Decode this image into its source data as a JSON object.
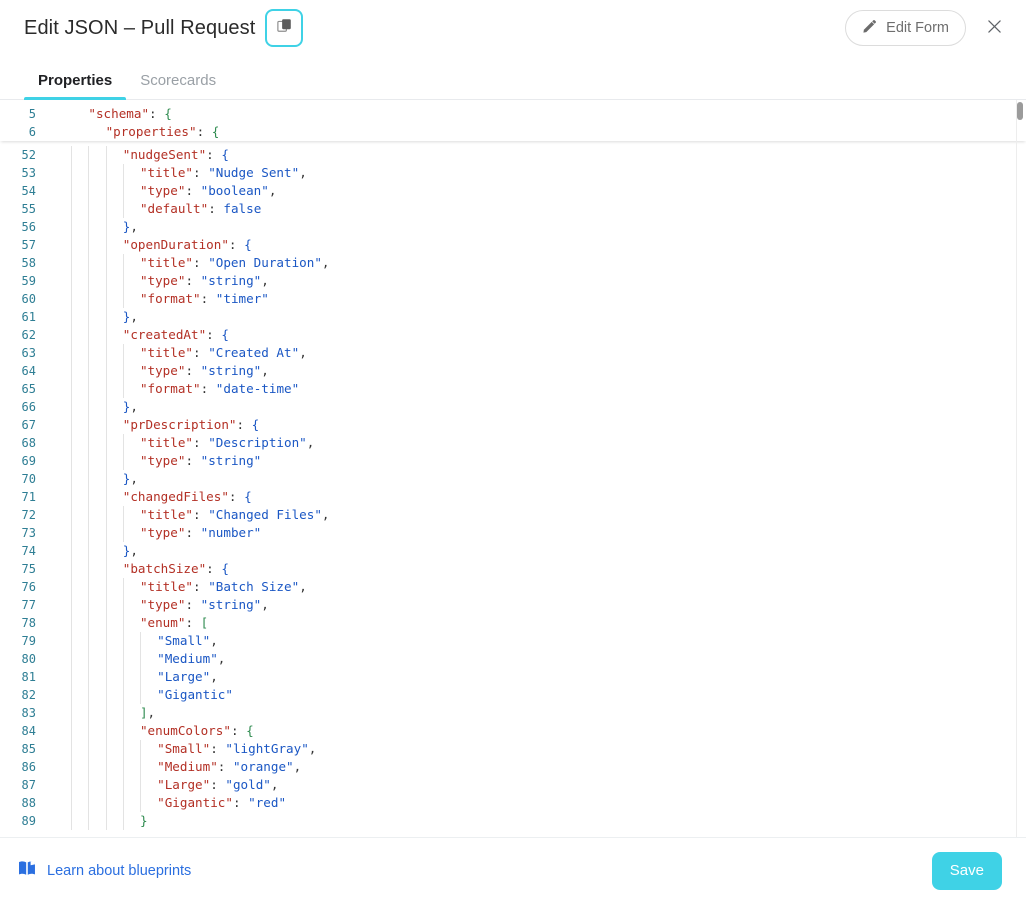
{
  "header": {
    "title": "Edit JSON – Pull Request",
    "copy_icon": "copy-icon",
    "edit_form_label": "Edit Form",
    "edit_form_icon": "pencil-icon",
    "close_icon": "close-icon",
    "focus_ring_color": "#3fd2e6"
  },
  "tabs": [
    {
      "label": "Properties",
      "active": true
    },
    {
      "label": "Scorecards",
      "active": false
    }
  ],
  "editor": {
    "language": "json",
    "sticky_lines": [
      {
        "number": 5,
        "indent": 2,
        "tokens": [
          {
            "t": "\"schema\"",
            "c": "k"
          },
          {
            "t": ": ",
            "c": "d"
          },
          {
            "t": "{",
            "c": "g"
          }
        ]
      },
      {
        "number": 6,
        "indent": 3,
        "tokens": [
          {
            "t": "\"properties\"",
            "c": "k"
          },
          {
            "t": ": ",
            "c": "d"
          },
          {
            "t": "{",
            "c": "g"
          }
        ]
      }
    ],
    "lines": [
      {
        "number": 52,
        "indent": 4,
        "tokens": [
          {
            "t": "\"nudgeSent\"",
            "c": "k"
          },
          {
            "t": ": ",
            "c": "d"
          },
          {
            "t": "{",
            "c": "p"
          }
        ]
      },
      {
        "number": 53,
        "indent": 5,
        "tokens": [
          {
            "t": "\"title\"",
            "c": "k"
          },
          {
            "t": ": ",
            "c": "d"
          },
          {
            "t": "\"Nudge Sent\"",
            "c": "s"
          },
          {
            "t": ",",
            "c": "d"
          }
        ]
      },
      {
        "number": 54,
        "indent": 5,
        "tokens": [
          {
            "t": "\"type\"",
            "c": "k"
          },
          {
            "t": ": ",
            "c": "d"
          },
          {
            "t": "\"boolean\"",
            "c": "s"
          },
          {
            "t": ",",
            "c": "d"
          }
        ]
      },
      {
        "number": 55,
        "indent": 5,
        "tokens": [
          {
            "t": "\"default\"",
            "c": "k"
          },
          {
            "t": ": ",
            "c": "d"
          },
          {
            "t": "false",
            "c": "n"
          }
        ]
      },
      {
        "number": 56,
        "indent": 4,
        "tokens": [
          {
            "t": "}",
            "c": "p"
          },
          {
            "t": ",",
            "c": "d"
          }
        ]
      },
      {
        "number": 57,
        "indent": 4,
        "tokens": [
          {
            "t": "\"openDuration\"",
            "c": "k"
          },
          {
            "t": ": ",
            "c": "d"
          },
          {
            "t": "{",
            "c": "p"
          }
        ]
      },
      {
        "number": 58,
        "indent": 5,
        "tokens": [
          {
            "t": "\"title\"",
            "c": "k"
          },
          {
            "t": ": ",
            "c": "d"
          },
          {
            "t": "\"Open Duration\"",
            "c": "s"
          },
          {
            "t": ",",
            "c": "d"
          }
        ]
      },
      {
        "number": 59,
        "indent": 5,
        "tokens": [
          {
            "t": "\"type\"",
            "c": "k"
          },
          {
            "t": ": ",
            "c": "d"
          },
          {
            "t": "\"string\"",
            "c": "s"
          },
          {
            "t": ",",
            "c": "d"
          }
        ]
      },
      {
        "number": 60,
        "indent": 5,
        "tokens": [
          {
            "t": "\"format\"",
            "c": "k"
          },
          {
            "t": ": ",
            "c": "d"
          },
          {
            "t": "\"timer\"",
            "c": "s"
          }
        ]
      },
      {
        "number": 61,
        "indent": 4,
        "tokens": [
          {
            "t": "}",
            "c": "p"
          },
          {
            "t": ",",
            "c": "d"
          }
        ]
      },
      {
        "number": 62,
        "indent": 4,
        "tokens": [
          {
            "t": "\"createdAt\"",
            "c": "k"
          },
          {
            "t": ": ",
            "c": "d"
          },
          {
            "t": "{",
            "c": "p"
          }
        ]
      },
      {
        "number": 63,
        "indent": 5,
        "tokens": [
          {
            "t": "\"title\"",
            "c": "k"
          },
          {
            "t": ": ",
            "c": "d"
          },
          {
            "t": "\"Created At\"",
            "c": "s"
          },
          {
            "t": ",",
            "c": "d"
          }
        ]
      },
      {
        "number": 64,
        "indent": 5,
        "tokens": [
          {
            "t": "\"type\"",
            "c": "k"
          },
          {
            "t": ": ",
            "c": "d"
          },
          {
            "t": "\"string\"",
            "c": "s"
          },
          {
            "t": ",",
            "c": "d"
          }
        ]
      },
      {
        "number": 65,
        "indent": 5,
        "tokens": [
          {
            "t": "\"format\"",
            "c": "k"
          },
          {
            "t": ": ",
            "c": "d"
          },
          {
            "t": "\"date-time\"",
            "c": "s"
          }
        ]
      },
      {
        "number": 66,
        "indent": 4,
        "tokens": [
          {
            "t": "}",
            "c": "p"
          },
          {
            "t": ",",
            "c": "d"
          }
        ]
      },
      {
        "number": 67,
        "indent": 4,
        "tokens": [
          {
            "t": "\"prDescription\"",
            "c": "k"
          },
          {
            "t": ": ",
            "c": "d"
          },
          {
            "t": "{",
            "c": "p"
          }
        ]
      },
      {
        "number": 68,
        "indent": 5,
        "tokens": [
          {
            "t": "\"title\"",
            "c": "k"
          },
          {
            "t": ": ",
            "c": "d"
          },
          {
            "t": "\"Description\"",
            "c": "s"
          },
          {
            "t": ",",
            "c": "d"
          }
        ]
      },
      {
        "number": 69,
        "indent": 5,
        "tokens": [
          {
            "t": "\"type\"",
            "c": "k"
          },
          {
            "t": ": ",
            "c": "d"
          },
          {
            "t": "\"string\"",
            "c": "s"
          }
        ]
      },
      {
        "number": 70,
        "indent": 4,
        "tokens": [
          {
            "t": "}",
            "c": "p"
          },
          {
            "t": ",",
            "c": "d"
          }
        ]
      },
      {
        "number": 71,
        "indent": 4,
        "tokens": [
          {
            "t": "\"changedFiles\"",
            "c": "k"
          },
          {
            "t": ": ",
            "c": "d"
          },
          {
            "t": "{",
            "c": "p"
          }
        ]
      },
      {
        "number": 72,
        "indent": 5,
        "tokens": [
          {
            "t": "\"title\"",
            "c": "k"
          },
          {
            "t": ": ",
            "c": "d"
          },
          {
            "t": "\"Changed Files\"",
            "c": "s"
          },
          {
            "t": ",",
            "c": "d"
          }
        ]
      },
      {
        "number": 73,
        "indent": 5,
        "tokens": [
          {
            "t": "\"type\"",
            "c": "k"
          },
          {
            "t": ": ",
            "c": "d"
          },
          {
            "t": "\"number\"",
            "c": "s"
          }
        ]
      },
      {
        "number": 74,
        "indent": 4,
        "tokens": [
          {
            "t": "}",
            "c": "p"
          },
          {
            "t": ",",
            "c": "d"
          }
        ]
      },
      {
        "number": 75,
        "indent": 4,
        "tokens": [
          {
            "t": "\"batchSize\"",
            "c": "k"
          },
          {
            "t": ": ",
            "c": "d"
          },
          {
            "t": "{",
            "c": "p"
          }
        ]
      },
      {
        "number": 76,
        "indent": 5,
        "tokens": [
          {
            "t": "\"title\"",
            "c": "k"
          },
          {
            "t": ": ",
            "c": "d"
          },
          {
            "t": "\"Batch Size\"",
            "c": "s"
          },
          {
            "t": ",",
            "c": "d"
          }
        ]
      },
      {
        "number": 77,
        "indent": 5,
        "tokens": [
          {
            "t": "\"type\"",
            "c": "k"
          },
          {
            "t": ": ",
            "c": "d"
          },
          {
            "t": "\"string\"",
            "c": "s"
          },
          {
            "t": ",",
            "c": "d"
          }
        ]
      },
      {
        "number": 78,
        "indent": 5,
        "tokens": [
          {
            "t": "\"enum\"",
            "c": "k"
          },
          {
            "t": ": ",
            "c": "d"
          },
          {
            "t": "[",
            "c": "g"
          }
        ]
      },
      {
        "number": 79,
        "indent": 6,
        "tokens": [
          {
            "t": "\"Small\"",
            "c": "s"
          },
          {
            "t": ",",
            "c": "d"
          }
        ]
      },
      {
        "number": 80,
        "indent": 6,
        "tokens": [
          {
            "t": "\"Medium\"",
            "c": "s"
          },
          {
            "t": ",",
            "c": "d"
          }
        ]
      },
      {
        "number": 81,
        "indent": 6,
        "tokens": [
          {
            "t": "\"Large\"",
            "c": "s"
          },
          {
            "t": ",",
            "c": "d"
          }
        ]
      },
      {
        "number": 82,
        "indent": 6,
        "tokens": [
          {
            "t": "\"Gigantic\"",
            "c": "s"
          }
        ]
      },
      {
        "number": 83,
        "indent": 5,
        "tokens": [
          {
            "t": "]",
            "c": "g"
          },
          {
            "t": ",",
            "c": "d"
          }
        ]
      },
      {
        "number": 84,
        "indent": 5,
        "tokens": [
          {
            "t": "\"enumColors\"",
            "c": "k"
          },
          {
            "t": ": ",
            "c": "d"
          },
          {
            "t": "{",
            "c": "g"
          }
        ]
      },
      {
        "number": 85,
        "indent": 6,
        "tokens": [
          {
            "t": "\"Small\"",
            "c": "k"
          },
          {
            "t": ": ",
            "c": "d"
          },
          {
            "t": "\"lightGray\"",
            "c": "s"
          },
          {
            "t": ",",
            "c": "d"
          }
        ]
      },
      {
        "number": 86,
        "indent": 6,
        "tokens": [
          {
            "t": "\"Medium\"",
            "c": "k"
          },
          {
            "t": ": ",
            "c": "d"
          },
          {
            "t": "\"orange\"",
            "c": "s"
          },
          {
            "t": ",",
            "c": "d"
          }
        ]
      },
      {
        "number": 87,
        "indent": 6,
        "tokens": [
          {
            "t": "\"Large\"",
            "c": "k"
          },
          {
            "t": ": ",
            "c": "d"
          },
          {
            "t": "\"gold\"",
            "c": "s"
          },
          {
            "t": ",",
            "c": "d"
          }
        ]
      },
      {
        "number": 88,
        "indent": 6,
        "tokens": [
          {
            "t": "\"Gigantic\"",
            "c": "k"
          },
          {
            "t": ": ",
            "c": "d"
          },
          {
            "t": "\"red\"",
            "c": "s"
          }
        ]
      },
      {
        "number": 89,
        "indent": 5,
        "tokens": [
          {
            "t": "}",
            "c": "g"
          }
        ]
      }
    ]
  },
  "footer": {
    "learn_label": "Learn about blueprints",
    "learn_icon": "book-icon",
    "save_label": "Save",
    "save_color": "#3fd2e6",
    "link_color": "#2b6fe0"
  }
}
